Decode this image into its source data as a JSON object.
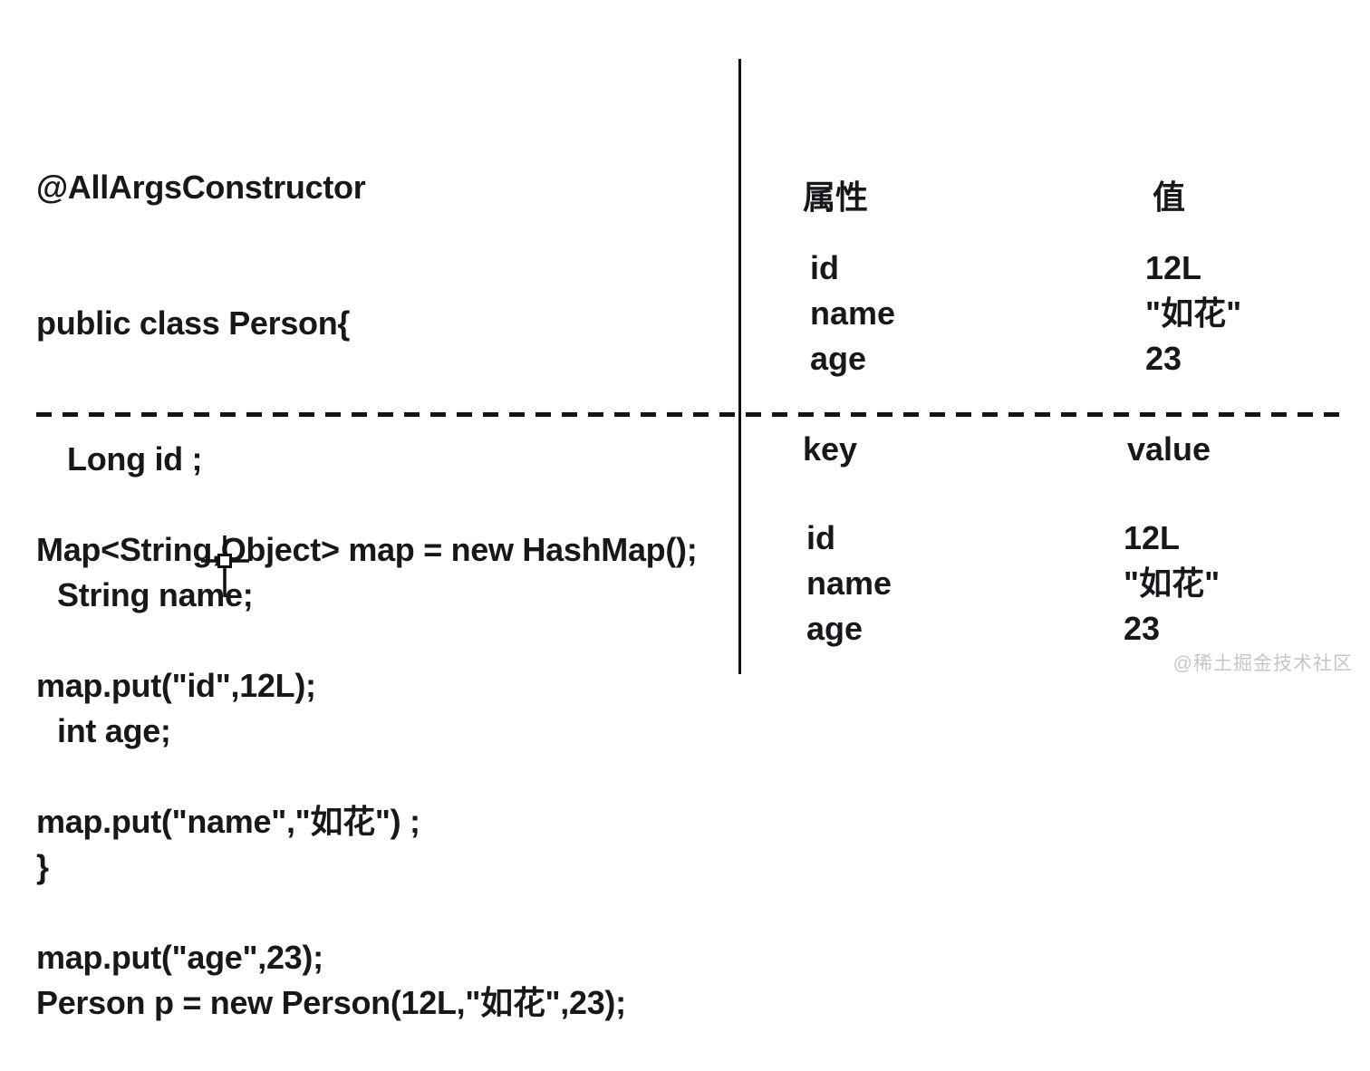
{
  "code_top": {
    "lines": [
      "@AllArgsConstructor",
      "public class Person{",
      "Long id ;",
      "String name;",
      "int age;",
      "}",
      "Person p = new Person(12L,\"如花\",23);"
    ]
  },
  "code_bottom": {
    "lines": [
      "Map<String,Object> map = new HashMap();",
      "map.put(\"id\",12L);",
      "map.put(\"name\",\"如花\") ;",
      "map.put(\"age\",23);"
    ]
  },
  "person_table": {
    "col_attr": "属性",
    "col_value": "值",
    "rows": [
      {
        "attr": "id",
        "value": "12L"
      },
      {
        "attr": "name",
        "value": "\"如花\""
      },
      {
        "attr": "age",
        "value": "23"
      }
    ]
  },
  "map_table": {
    "col_key": "key",
    "col_value": "value",
    "rows": [
      {
        "key": "id",
        "value": "12L"
      },
      {
        "key": "name",
        "value": "\"如花\""
      },
      {
        "key": "age",
        "value": "23"
      }
    ]
  },
  "cursor_icon": "precision-select-cursor",
  "watermark": "@稀土掘金技术社区",
  "colors": {
    "background": "#ffffff",
    "text": "#17171c",
    "divider": "#111111",
    "watermark": "#c6c6c6"
  }
}
